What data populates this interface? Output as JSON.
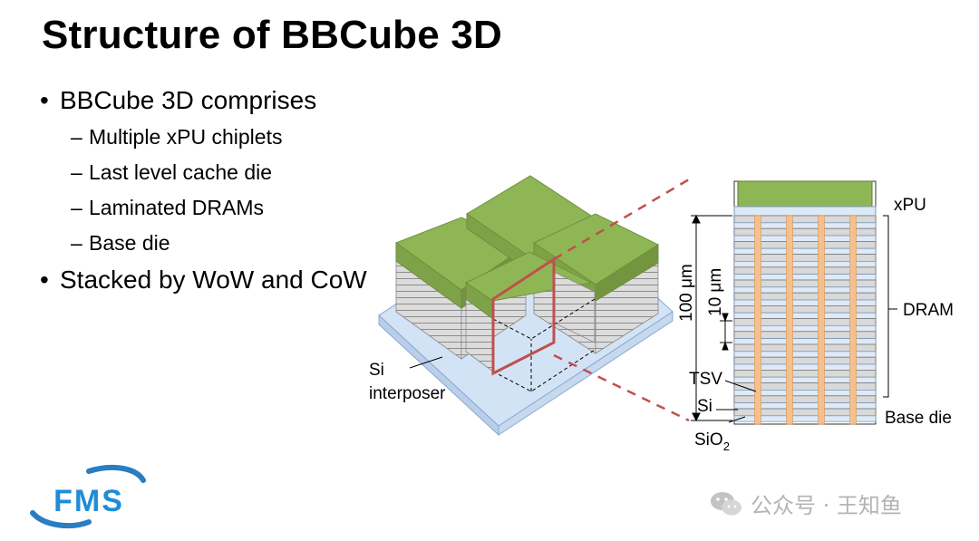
{
  "title": "Structure of BBCube 3D",
  "bullets": [
    {
      "text": "BBCube 3D comprises",
      "sub": [
        "Multiple xPU chiplets",
        "Last level cache die",
        "Laminated DRAMs",
        "Base die"
      ]
    },
    {
      "text": "Stacked by WoW and CoW",
      "sub": []
    }
  ],
  "figure": {
    "labels": {
      "si_interposer_1": "Si",
      "si_interposer_2": "interposer",
      "xpu": "xPU",
      "dram": "DRAM",
      "base_die": "Base die",
      "tsv": "TSV",
      "si": "Si",
      "sio2": "SiO",
      "sio2_sub": "2",
      "dim_100": "100 μm",
      "dim_10": "10 μm"
    },
    "colors": {
      "xpu": "#8db554",
      "dram_layer": "#d9d9d9",
      "interposer": "#cfe0f4",
      "tsv": "#f3c08f",
      "section": "#c0504d"
    }
  },
  "logo": "FMS",
  "watermark": "公众号 · 王知鱼"
}
